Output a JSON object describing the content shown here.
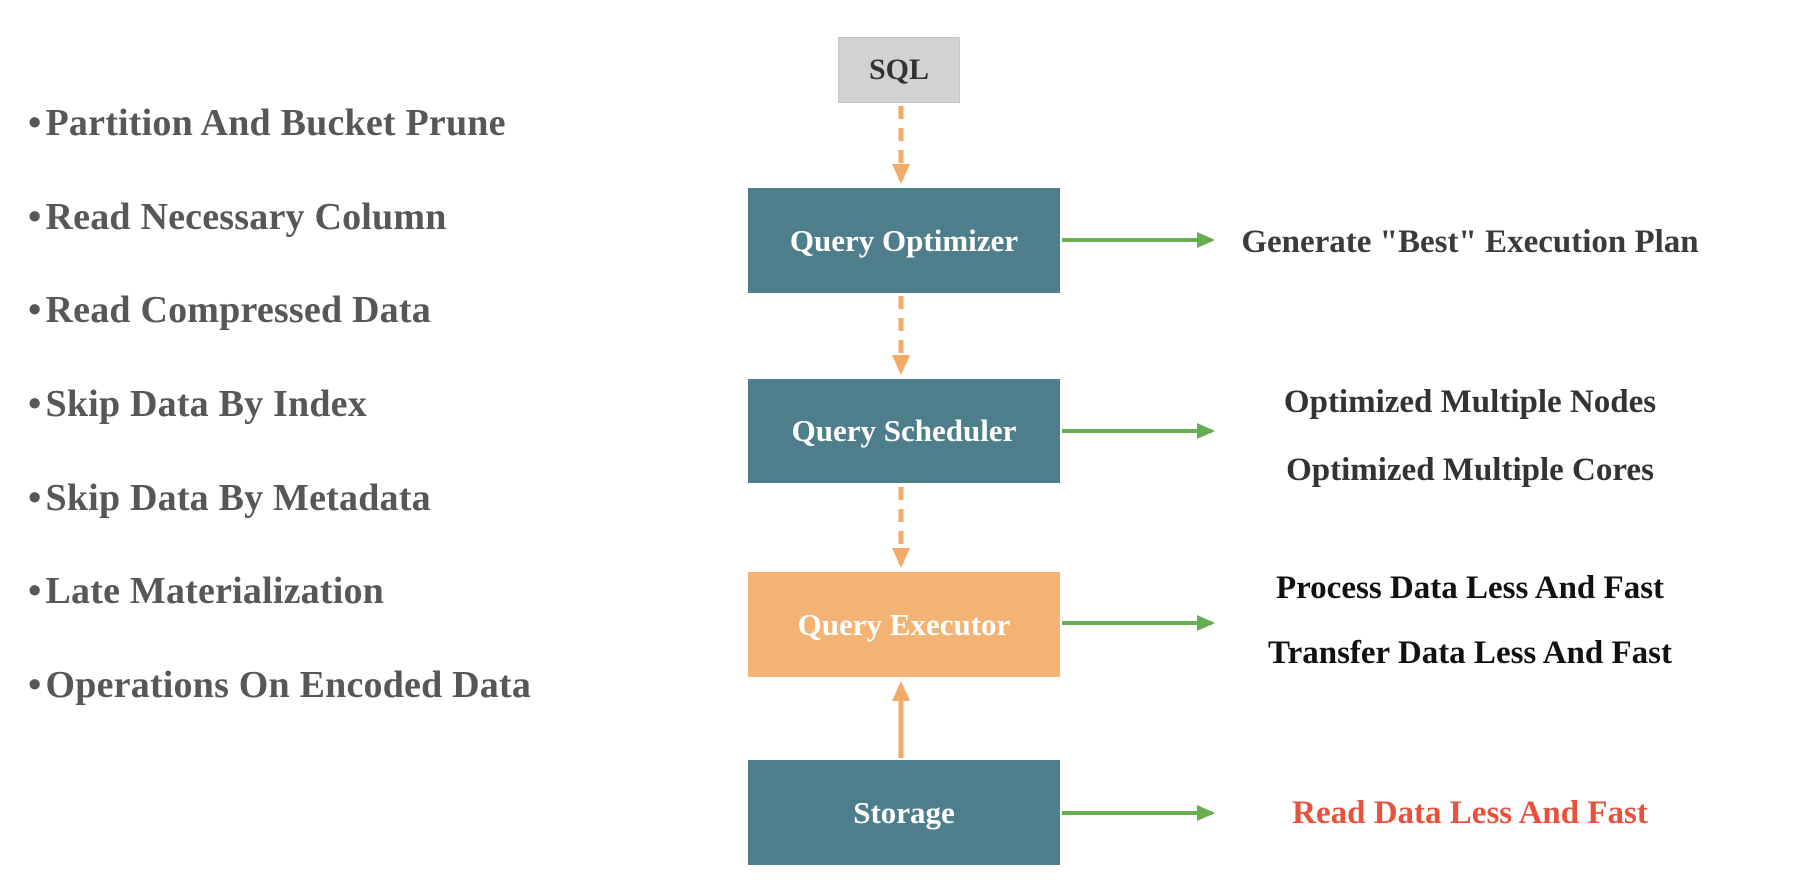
{
  "optimizations": {
    "bullet_char": "•",
    "text_color": "#575757",
    "items": [
      "Partition And Bucket Prune",
      "Read Necessary Column",
      "Read Compressed Data",
      "Skip Data By Index",
      "Skip Data By Metadata",
      "Late Materialization",
      "Operations On Encoded Data"
    ]
  },
  "flow": {
    "nodes": [
      {
        "id": "sql",
        "label": "SQL",
        "fill": "#d2d2d2",
        "text_color": "#333333"
      },
      {
        "id": "query-optimizer",
        "label": "Query Optimizer",
        "fill": "#4e7e8c",
        "text_color": "#ffffff"
      },
      {
        "id": "query-scheduler",
        "label": "Query Scheduler",
        "fill": "#4e7e8c",
        "text_color": "#ffffff"
      },
      {
        "id": "query-executor",
        "label": "Query Executor",
        "fill": "#f2b374",
        "text_color": "#ffffff"
      },
      {
        "id": "storage",
        "label": "Storage",
        "fill": "#4e7e8c",
        "text_color": "#ffffff"
      }
    ],
    "arrow_colors": {
      "flow_arrow": "#f2ab66",
      "benefit_arrow": "#66ae4f"
    }
  },
  "annotations": [
    {
      "for": "query-optimizer",
      "color": "#3b3b3b",
      "lines": [
        "Generate \"Best\" Execution Plan"
      ]
    },
    {
      "for": "query-scheduler",
      "color": "#333333",
      "lines": [
        "Optimized Multiple Nodes",
        "Optimized Multiple Cores"
      ]
    },
    {
      "for": "query-executor",
      "color": "#111111",
      "lines": [
        "Process Data Less And Fast",
        "Transfer Data Less And Fast"
      ]
    },
    {
      "for": "storage",
      "color": "#e8523c",
      "lines": [
        "Read Data Less And Fast"
      ]
    }
  ]
}
